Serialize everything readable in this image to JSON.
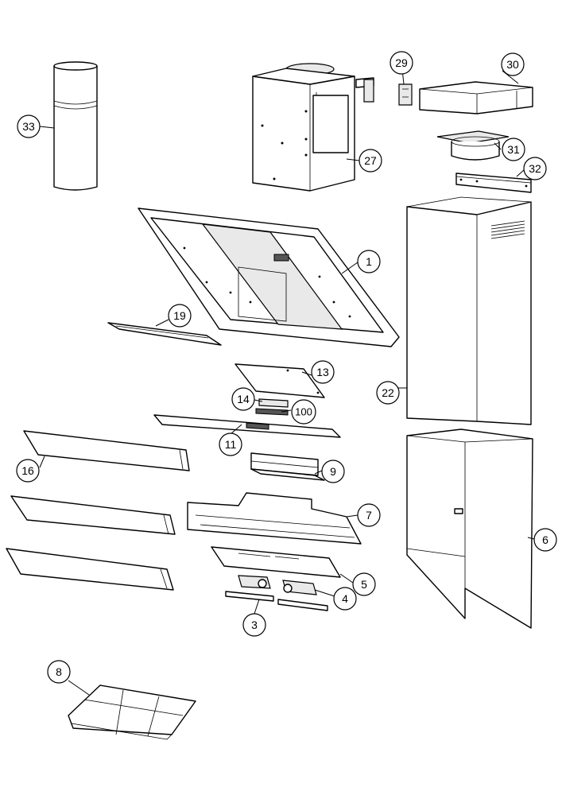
{
  "callouts": {
    "c1": "1",
    "c3": "3",
    "c4": "4",
    "c5": "5",
    "c6": "6",
    "c7": "7",
    "c8": "8",
    "c9": "9",
    "c11": "11",
    "c13": "13",
    "c14": "14",
    "c16": "16",
    "c19": "19",
    "c22": "22",
    "c27": "27",
    "c29": "29",
    "c30": "30",
    "c31": "31",
    "c32": "32",
    "c33": "33",
    "c100": "100"
  }
}
